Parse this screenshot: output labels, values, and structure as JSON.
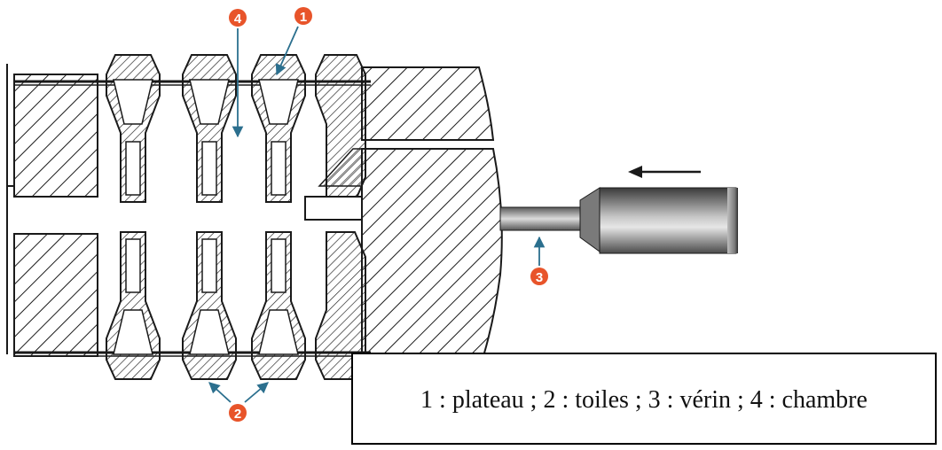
{
  "diagram": {
    "callouts": [
      {
        "number": "1",
        "term": "plateau"
      },
      {
        "number": "2",
        "term": "toiles"
      },
      {
        "number": "3",
        "term": "vérin"
      },
      {
        "number": "4",
        "term": "chambre"
      }
    ],
    "legend": "1 : plateau ; 2 : toiles ; 3 : vérin ; 4 : chambre"
  },
  "colors": {
    "callout_fill": "#e8542a",
    "arrow": "#2b6f8e",
    "line": "#1a1a1a",
    "cylinder_dark": "#3a3a3a",
    "cylinder_light": "#c8c8c8"
  }
}
